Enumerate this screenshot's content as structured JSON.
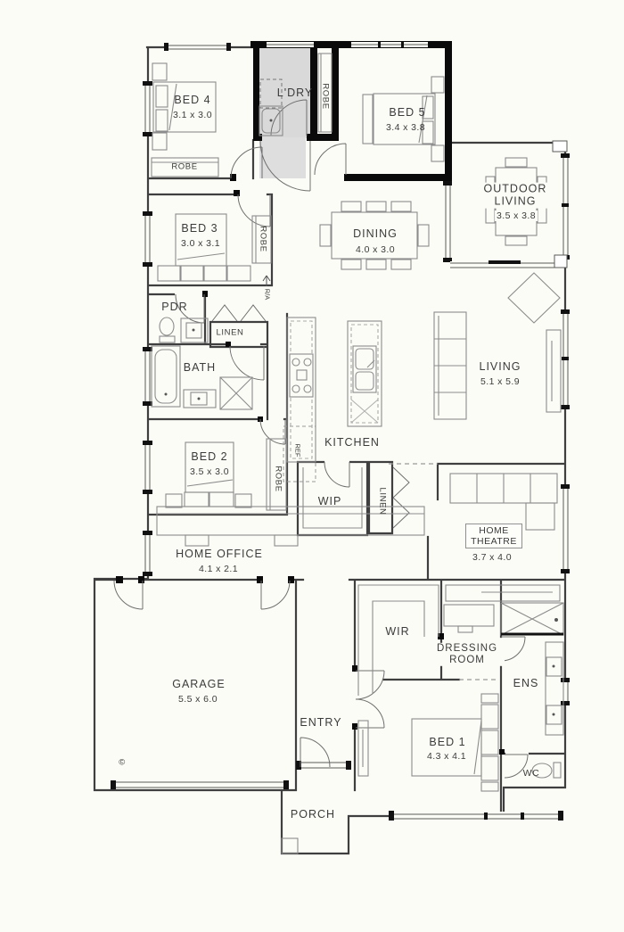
{
  "colors": {
    "background": "#fcfcf7",
    "wall": "#3f3f3f",
    "thick_wall": "#0a0a0a",
    "laundry_shade": "#d9d9d9",
    "furniture_line": "#8c8c8c",
    "text": "#3b3b3b"
  },
  "copyright_symbol": "©",
  "rooms": {
    "bed4": {
      "name": "BED 4",
      "dims": "3.1 x 3.0"
    },
    "laundry": {
      "name": "L'DRY"
    },
    "robe_laundry": {
      "name": "ROBE"
    },
    "bed5": {
      "name": "BED 5",
      "dims": "3.4 x 3.8"
    },
    "outdoor_living": {
      "name": "OUTDOOR LIVING",
      "dims": "3.5 x 3.8"
    },
    "robe_bed4": {
      "name": "ROBE"
    },
    "bed3": {
      "name": "BED 3",
      "dims": "3.0 x 3.1"
    },
    "robe_bed3": {
      "name": "ROBE"
    },
    "dining": {
      "name": "DINING",
      "dims": "4.0 x 3.0"
    },
    "return_air": {
      "name": "R/A"
    },
    "powder": {
      "name": "PDR"
    },
    "linen_hall": {
      "name": "LINEN"
    },
    "bath": {
      "name": "BATH"
    },
    "living": {
      "name": "LIVING",
      "dims": "5.1 x 5.9"
    },
    "kitchen": {
      "name": "KITCHEN"
    },
    "fridge": {
      "name": "REF"
    },
    "bed2": {
      "name": "BED 2",
      "dims": "3.5 x 3.0"
    },
    "robe_bed2": {
      "name": "ROBE"
    },
    "pantry": {
      "name": "WIP"
    },
    "linen_pantry": {
      "name": "LINEN"
    },
    "home_office": {
      "name": "HOME OFFICE",
      "dims": "4.1 x 2.1"
    },
    "home_theatre": {
      "name": "HOME THEATRE",
      "dims": "3.7 x 4.0"
    },
    "garage": {
      "name": "GARAGE",
      "dims": "5.5 x 6.0"
    },
    "wir": {
      "name": "WIR"
    },
    "dressing_room": {
      "name": "DRESSING ROOM"
    },
    "ensuite": {
      "name": "ENS"
    },
    "entry": {
      "name": "ENTRY"
    },
    "bed1": {
      "name": "BED 1",
      "dims": "4.3 x 4.1"
    },
    "wc": {
      "name": "WC"
    },
    "porch": {
      "name": "PORCH"
    }
  }
}
